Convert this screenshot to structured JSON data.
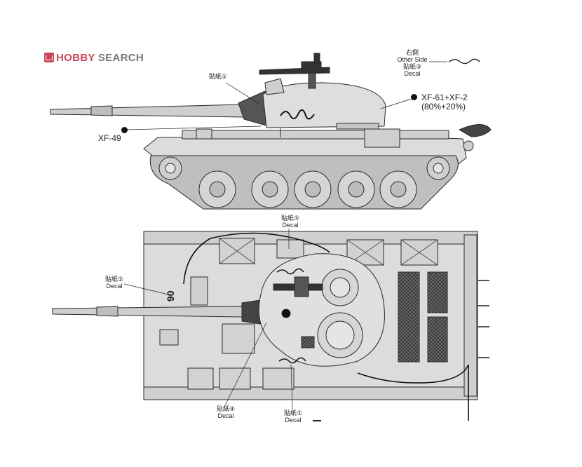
{
  "watermark": {
    "logo_text_a": "HOBBY",
    "logo_text_b": " SEARCH",
    "brand_color": "#c9475a"
  },
  "side_view": {
    "decal_top_left": {
      "jp": "貼紙①"
    },
    "decal_top_right": {
      "jp": "右側",
      "en": "Other Side",
      "jp2": "貼紙③",
      "en2": "Decal"
    },
    "paint_right": {
      "code": "XF-61+XF-2",
      "ratio": "(80%+20%)"
    },
    "paint_left": {
      "code": "XF-49"
    }
  },
  "top_view": {
    "decal_top": {
      "jp": "貼紙⑤",
      "en": "Decal"
    },
    "decal_left": {
      "jp": "貼紙②",
      "en": "Decal"
    },
    "decal_bottom_left": {
      "jp": "貼紙④",
      "en": "Decal"
    },
    "decal_bottom_right": {
      "jp": "貼紙①",
      "en": "Decal"
    }
  },
  "colors": {
    "line": "#2a2a2a",
    "fill": "#d8d8d8",
    "dark": "#555555",
    "grille": "#333333"
  }
}
